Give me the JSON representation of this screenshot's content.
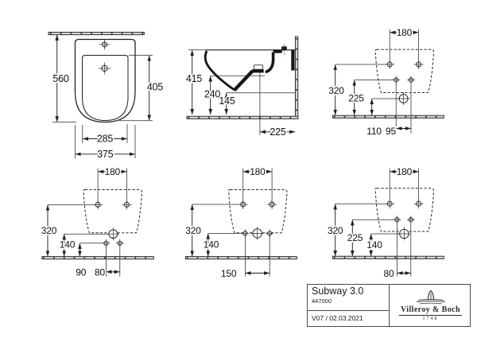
{
  "drawing": {
    "product": "Subway 3.0 bidet dimensional drawing",
    "views": {
      "plan": {
        "dims": {
          "overall_height": "560",
          "bowl_depth": "405",
          "bowl_width": "285",
          "overall_width": "375"
        }
      },
      "side": {
        "dims": {
          "overall_height": "415",
          "outlet_level": "240",
          "lower_edge": "145",
          "outlet_depth": "225"
        }
      },
      "rear_outlet_horizontal": {
        "dims": {
          "fixing_hole_spacing": "180",
          "fixing_hole_height": "320",
          "anchor_hole_height": "225",
          "outlet_height": "110",
          "anchor_hole_spacing": "95"
        }
      },
      "rear_outlet_vertical_a": {
        "dims": {
          "fixing_hole_spacing": "180",
          "fixing_hole_height": "320",
          "outlet_height": "140",
          "anchor_hole_height": "90",
          "anchor_hole_spacing": "80"
        }
      },
      "rear_outlet_vertical_b": {
        "dims": {
          "fixing_hole_spacing": "180",
          "fixing_hole_height": "320",
          "outlet_height": "140",
          "anchor_hole_spacing": "150"
        }
      },
      "rear_outlet_vertical_c": {
        "dims": {
          "fixing_hole_spacing": "180",
          "fixing_hole_height": "320",
          "anchor_hole_height": "225",
          "outlet_height": "140",
          "anchor_hole_spacing": "80"
        }
      }
    },
    "title_block": {
      "product_name": "Subway 3.0",
      "article_number": "447000",
      "version_date": "V07 / 02.03.2021",
      "brand": "Villeroy & Boch",
      "brand_year": "1748"
    },
    "colors": {
      "line": "#1f1f1f",
      "surface_fill": "#d6d6d6",
      "background": "#ffffff"
    }
  }
}
